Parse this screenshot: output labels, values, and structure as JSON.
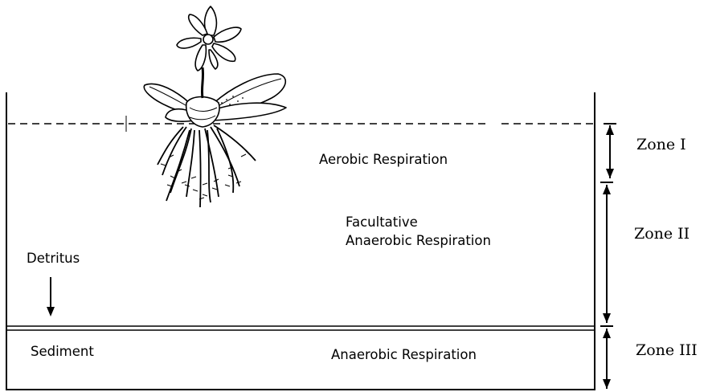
{
  "labels": {
    "aerobic": "Aerobic Respiration",
    "facultative_line1": "Facultative",
    "facultative_line2": "Anaerobic Respiration",
    "anaerobic": "Anaerobic Respiration",
    "detritus": "Detritus",
    "sediment": "Sediment"
  },
  "zones": {
    "zone1": "Zone I",
    "zone2": "Zone II",
    "zone3": "Zone III"
  }
}
